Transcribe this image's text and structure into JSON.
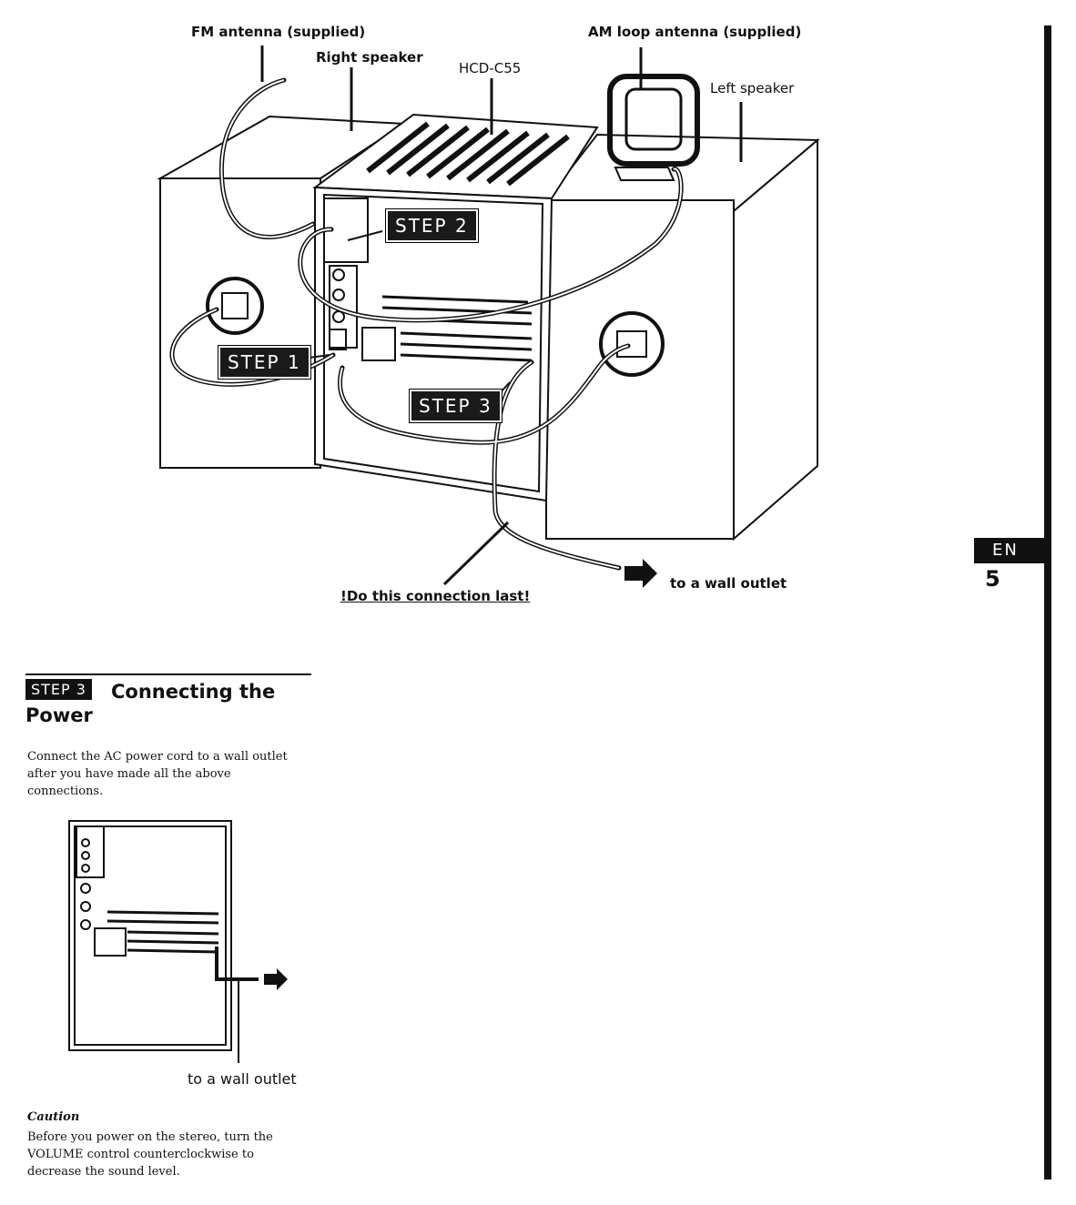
{
  "diagram": {
    "labels": {
      "fm_antenna": "FM antenna (supplied)",
      "right_speaker": "Right speaker",
      "hcd": "HCD-C55",
      "am_antenna": "AM loop antenna (supplied)",
      "left_speaker": "Left speaker",
      "do_last": "!Do this connection last!",
      "wall_outlet": "to a wall outlet"
    },
    "steps": {
      "step1": "STEP 1",
      "step2": "STEP 2",
      "step3": "STEP 3"
    }
  },
  "side_tab": {
    "lang": "EN",
    "page_number": "5"
  },
  "section": {
    "badge": "STEP 3",
    "title_line1": "Connecting the",
    "title_line2": "Power",
    "body": "Connect the AC power cord to a wall outlet after you have made all the above connections.",
    "small_wall_outlet": "to a wall outlet",
    "caution_title": "Caution",
    "caution_text": "Before you power on the stereo, turn the VOLUME control counterclockwise to decrease the sound level."
  }
}
